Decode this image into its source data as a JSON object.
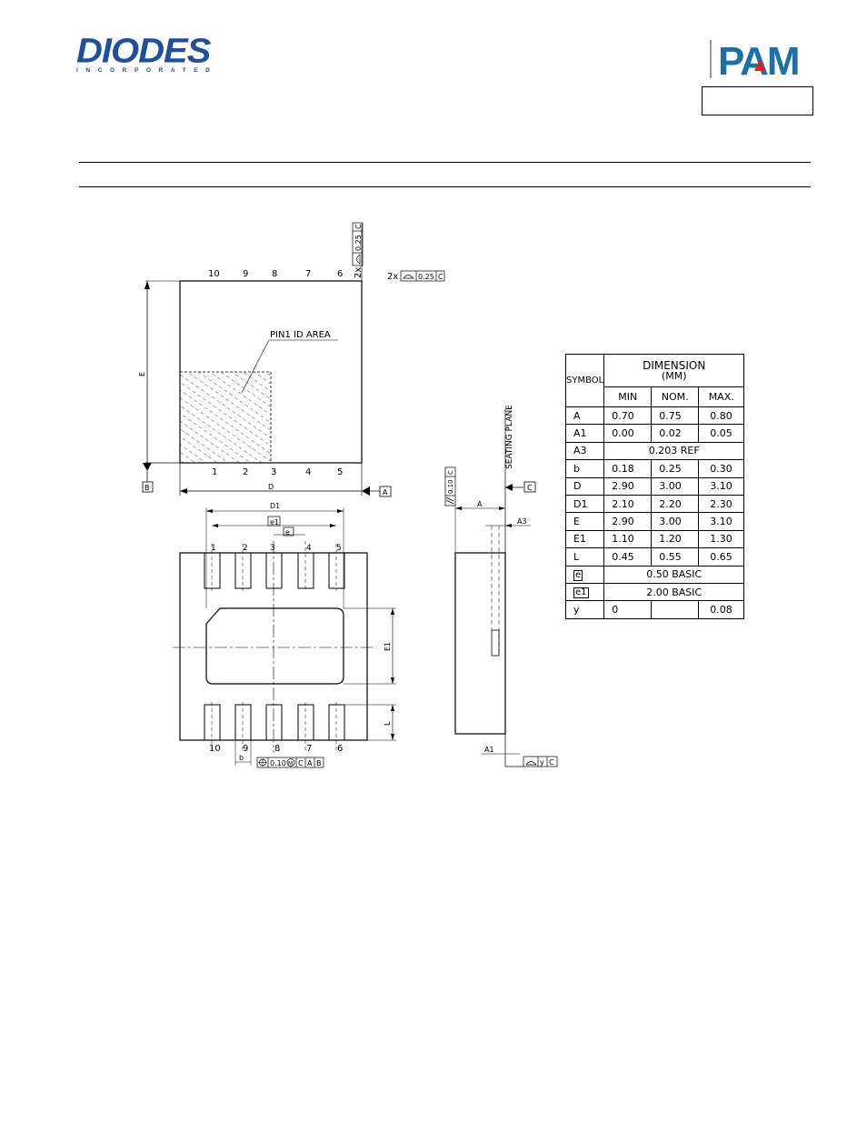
{
  "header": {
    "left_logo_text": "DIODES",
    "left_logo_subtext": "INCORPORATED",
    "right_logo_text": "PAM"
  },
  "drawing": {
    "top_pins": [
      "10",
      "9",
      "8",
      "7",
      "6"
    ],
    "bottom_pins": [
      "1",
      "2",
      "3",
      "4",
      "5"
    ],
    "under_pins_top": [
      "1",
      "2",
      "3",
      "4",
      "5"
    ],
    "under_pins_bottom": [
      "10",
      "9",
      "8",
      "7",
      "6"
    ],
    "pin1_label": "PIN1 ID AREA",
    "tol_top_right": "2x",
    "tol_top_right_value": "0.25",
    "tol_top_right_ref": "C",
    "tol_vertical_label": "2x",
    "tol_vertical_value": "0.25",
    "tol_vertical_ref": "C",
    "label_E": "E",
    "label_D": "D",
    "datum_A": "A",
    "datum_B": "B",
    "datum_C": "C",
    "label_D1": "D1",
    "label_e1": "e1",
    "label_e": "e",
    "label_E1": "E1",
    "label_L": "L",
    "label_b": "b",
    "fcf_value": "0.10",
    "fcf_modifier": "M",
    "fcf_ref1": "C",
    "fcf_ref2": "A",
    "fcf_ref3": "B",
    "seating_plane": "SEATING PLANE",
    "label_A": "A",
    "label_A3": "A3",
    "label_A1": "A1",
    "parallel_value": "0.10",
    "parallel_ref": "C",
    "flat_y": "y",
    "flat_ref": "C"
  },
  "table": {
    "symbol_header": "SYMBOL",
    "dimension_header": "DIMENSION",
    "unit_header": "(MM)",
    "col_min": "MIN",
    "col_nom": "NOM.",
    "col_max": "MAX.",
    "rows": [
      {
        "sym": "A",
        "min": "0.70",
        "nom": "0.75",
        "max": "0.80"
      },
      {
        "sym": "A1",
        "min": "0.00",
        "nom": "0.02",
        "max": "0.05"
      },
      {
        "sym": "A3",
        "span": "0.203  REF"
      },
      {
        "sym": "b",
        "min": "0.18",
        "nom": "0.25",
        "max": "0.30"
      },
      {
        "sym": "D",
        "min": "2.90",
        "nom": "3.00",
        "max": "3.10"
      },
      {
        "sym": "D1",
        "min": "2.10",
        "nom": "2.20",
        "max": "2.30"
      },
      {
        "sym": "E",
        "min": "2.90",
        "nom": "3.00",
        "max": "3.10"
      },
      {
        "sym": "E1",
        "min": "1.10",
        "nom": "1.20",
        "max": "1.30"
      },
      {
        "sym": "L",
        "min": "0.45",
        "nom": "0.55",
        "max": "0.65"
      },
      {
        "sym": "e",
        "span": "0.50  BASIC",
        "boxed": true
      },
      {
        "sym": "e1",
        "span": "2.00  BASIC",
        "boxed": true
      },
      {
        "sym": "y",
        "min": "0",
        "nom": "",
        "max": "0.08"
      }
    ]
  },
  "colors": {
    "brand_blue": "#1f4fa0",
    "pam_teal": "#1c6fa8",
    "pam_red": "#e2231a"
  }
}
